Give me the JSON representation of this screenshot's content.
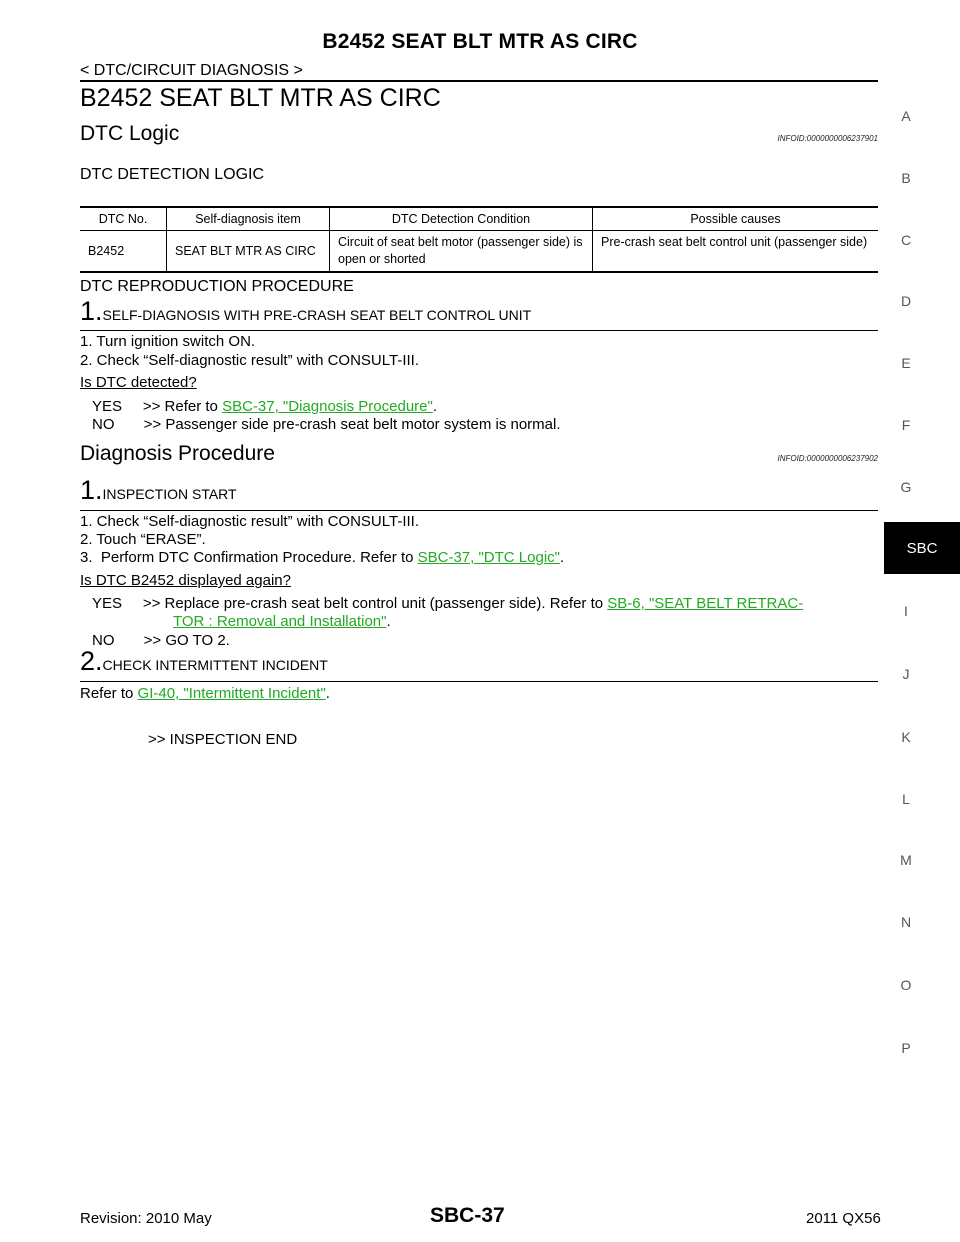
{
  "header": {
    "title": "B2452 SEAT BLT MTR AS CIRC",
    "breadcrumb": "< DTC/CIRCUIT DIAGNOSIS >"
  },
  "page_title": "B2452 SEAT BLT MTR AS CIRC",
  "dtc_logic": {
    "title": "DTC Logic",
    "infoid": "INFOID:0000000006237901",
    "detection_logic_heading": "DTC DETECTION LOGIC",
    "table": {
      "headers": [
        "DTC No.",
        "Self-diagnosis item",
        "DTC Detection Condition",
        "Possible causes"
      ],
      "row": [
        "B2452",
        "SEAT BLT MTR AS CIRC",
        "Circuit of seat belt motor (passenger side) is open or shorted",
        "Pre-crash seat belt control unit (passenger side)"
      ]
    },
    "reproduction_heading": "DTC REPRODUCTION PROCEDURE",
    "step1": {
      "num": "1.",
      "title": "SELF-DIAGNOSIS WITH PRE-CRASH SEAT BELT CONTROL UNIT",
      "items": [
        "1.  Turn ignition switch ON.",
        "2.  Check “Self-diagnostic result” with CONSULT-III."
      ],
      "question": "Is DTC detected?",
      "yes_prefix": "YES     >> Refer to ",
      "yes_link": "SBC-37, \"Diagnosis Procedure\"",
      "yes_suffix": ".",
      "no_text": "NO       >> Passenger side pre-crash seat belt motor system is normal."
    }
  },
  "diagnosis": {
    "title": "Diagnosis Procedure",
    "infoid": "INFOID:0000000006237902",
    "step1": {
      "num": "1.",
      "title": "INSPECTION START",
      "items": [
        "1.  Check “Self-diagnostic result” with CONSULT-III.",
        "2.  Touch “ERASE”."
      ],
      "item3_prefix": "3.  Perform DTC Confirmation Procedure. Refer to ",
      "item3_link": "SBC-37, \"DTC Logic\"",
      "item3_suffix": ".",
      "question": "Is DTC B2452 displayed again?",
      "yes_prefix": "YES     >> Replace pre-crash seat belt control unit (passenger side). Refer to ",
      "yes_link1": "SB-6, \"SEAT BELT RETRAC-",
      "yes_link2": "TOR : Removal and Installation\"",
      "yes_suffix": ".",
      "no_text": "NO       >> GO TO 2."
    },
    "step2": {
      "num": "2.",
      "title": "CHECK INTERMITTENT INCIDENT",
      "refer_prefix": "Refer to ",
      "refer_link": "GI-40, \"Intermittent Incident\"",
      "refer_suffix": ".",
      "end": ">> INSPECTION END"
    }
  },
  "side_tabs": [
    "A",
    "B",
    "C",
    "D",
    "E",
    "F",
    "G",
    "SBC",
    "I",
    "J",
    "K",
    "L",
    "M",
    "N",
    "O",
    "P"
  ],
  "active_tab": "SBC",
  "footer": {
    "revision": "Revision: 2010 May",
    "page": "SBC-37",
    "model": "2011 QX56"
  },
  "colors": {
    "link": "#22aa22",
    "active_tab_bg": "#000000"
  }
}
